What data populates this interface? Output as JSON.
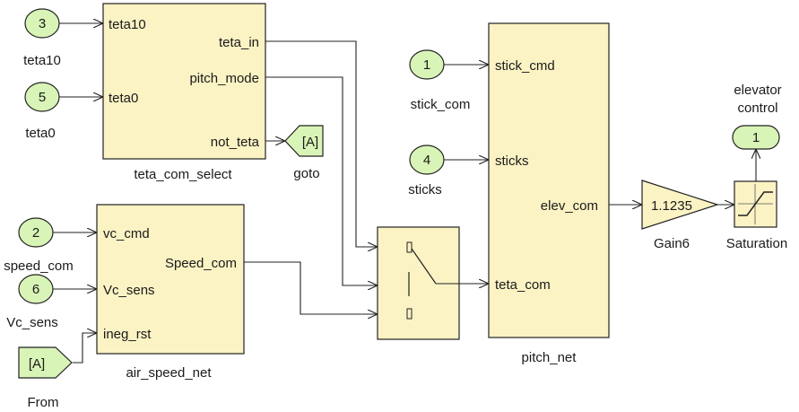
{
  "diagram": {
    "inports": [
      {
        "number": "3",
        "label": "teta10"
      },
      {
        "number": "5",
        "label": "teta0"
      },
      {
        "number": "2",
        "label": "speed_com"
      },
      {
        "number": "6",
        "label": "Vc_sens"
      },
      {
        "number": "1",
        "label": "stick_com"
      },
      {
        "number": "4",
        "label": "sticks"
      }
    ],
    "outport": {
      "number": "1",
      "label_line1": "elevator",
      "label_line2": "control"
    },
    "teta_com_select": {
      "name": "teta_com_select",
      "in_ports": [
        "teta10",
        "teta0"
      ],
      "out_ports": [
        "teta_in",
        "pitch_mode",
        "not_teta"
      ]
    },
    "air_speed_net": {
      "name": "air_speed_net",
      "in_ports": [
        "vc_cmd",
        "Vc_sens",
        "ineg_rst"
      ],
      "out_ports": [
        "Speed_com"
      ]
    },
    "pitch_net": {
      "name": "pitch_net",
      "in_ports": [
        "stick_cmd",
        "sticks",
        "teta_com"
      ],
      "out_ports": [
        "elev_com"
      ]
    },
    "goto": {
      "tag": "[A]",
      "label": "goto"
    },
    "from": {
      "tag": "[A]",
      "label": "From"
    },
    "gain": {
      "value": "1.1235",
      "label": "Gain6"
    },
    "saturation": {
      "label": "Saturation"
    }
  }
}
